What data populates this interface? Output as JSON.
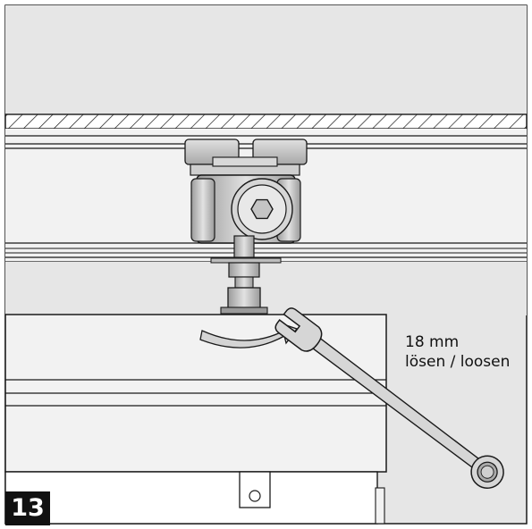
{
  "step": {
    "number": "13"
  },
  "instruction": {
    "size": "18 mm",
    "action": "lösen / loosen"
  },
  "colors": {
    "background": "#e6e6e6",
    "panel": "#f2f2f2",
    "metal": "#c4c4c4",
    "metal_dark": "#8a8a8a",
    "outline": "#1a1a1a",
    "badge": "#111111"
  },
  "icons": {
    "wrench": "open-end-and-ring-wrench-icon",
    "rotation": "curved-rotation-arrow-icon",
    "hex_socket": "hex-socket-icon"
  }
}
